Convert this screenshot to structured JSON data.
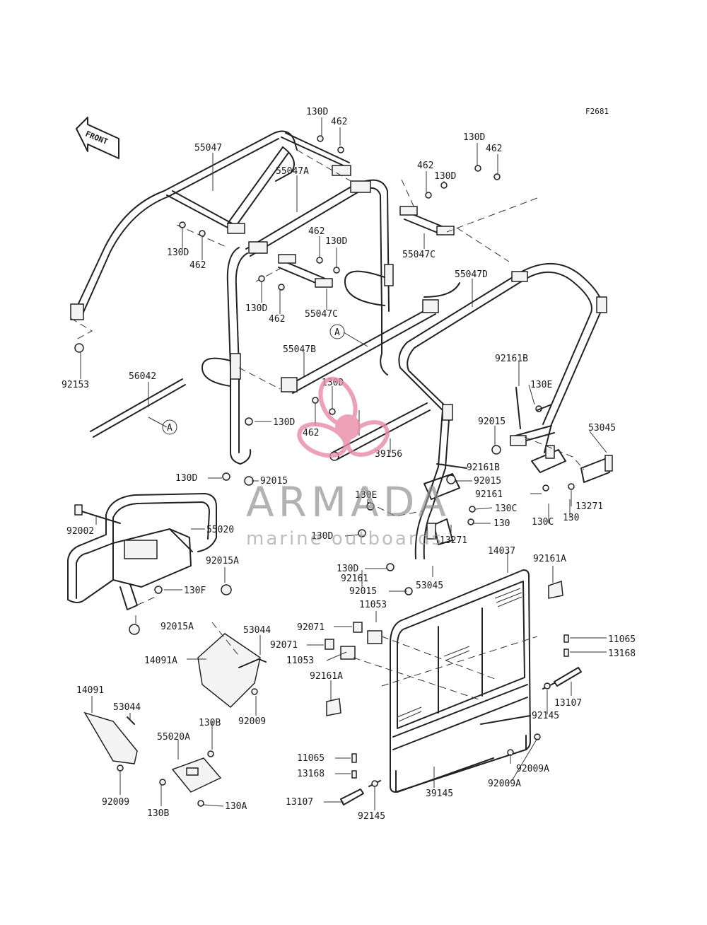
{
  "figure_code": "F2681",
  "direction_label": "FRONT",
  "watermark": {
    "brand": "ARMADA",
    "tagline": "marine outboards",
    "logo_color": "#e88aa8"
  },
  "callouts": [
    {
      "id": "130D-a",
      "text": "130D"
    },
    {
      "id": "462-a",
      "text": "462"
    },
    {
      "id": "55047",
      "text": "55047"
    },
    {
      "id": "130D-b",
      "text": "130D"
    },
    {
      "id": "462-b",
      "text": "462"
    },
    {
      "id": "462-c",
      "text": "462"
    },
    {
      "id": "130D-c",
      "text": "130D"
    },
    {
      "id": "55047A",
      "text": "55047A"
    },
    {
      "id": "130D-d",
      "text": "130D"
    },
    {
      "id": "462-d",
      "text": "462"
    },
    {
      "id": "462-e",
      "text": "462"
    },
    {
      "id": "130D-e",
      "text": "130D"
    },
    {
      "id": "55047C-a",
      "text": "55047C"
    },
    {
      "id": "130D-f",
      "text": "130D"
    },
    {
      "id": "462-f",
      "text": "462"
    },
    {
      "id": "55047C-b",
      "text": "55047C"
    },
    {
      "id": "55047D",
      "text": "55047D"
    },
    {
      "id": "A-a",
      "text": "A"
    },
    {
      "id": "92153",
      "text": "92153"
    },
    {
      "id": "55047B",
      "text": "55047B"
    },
    {
      "id": "56042",
      "text": "56042"
    },
    {
      "id": "A-b",
      "text": "A"
    },
    {
      "id": "130D-g",
      "text": "130D"
    },
    {
      "id": "130D-h",
      "text": "130D"
    },
    {
      "id": "462-g",
      "text": "462"
    },
    {
      "id": "92161B",
      "text": "92161B"
    },
    {
      "id": "130E-a",
      "text": "130E"
    },
    {
      "id": "92015-a",
      "text": "92015"
    },
    {
      "id": "53045-a",
      "text": "53045"
    },
    {
      "id": "39156",
      "text": "39156"
    },
    {
      "id": "92161B-b",
      "text": "92161B"
    },
    {
      "id": "130D-i",
      "text": "130D"
    },
    {
      "id": "92015-b",
      "text": "92015"
    },
    {
      "id": "92015-c",
      "text": "92015"
    },
    {
      "id": "92161-a",
      "text": "92161"
    },
    {
      "id": "130E-b",
      "text": "130E"
    },
    {
      "id": "13271-a",
      "text": "13271"
    },
    {
      "id": "130C-a",
      "text": "130C"
    },
    {
      "id": "130C-b",
      "text": "130C"
    },
    {
      "id": "130-a",
      "text": "130"
    },
    {
      "id": "130-b",
      "text": "130"
    },
    {
      "id": "92002",
      "text": "92002"
    },
    {
      "id": "55020",
      "text": "55020"
    },
    {
      "id": "130D-j",
      "text": "130D"
    },
    {
      "id": "13271-b",
      "text": "13271"
    },
    {
      "id": "14037",
      "text": "14037"
    },
    {
      "id": "92161A-a",
      "text": "92161A"
    },
    {
      "id": "92015A-a",
      "text": "92015A"
    },
    {
      "id": "130D-k",
      "text": "130D"
    },
    {
      "id": "92161-b",
      "text": "92161"
    },
    {
      "id": "53045-b",
      "text": "53045"
    },
    {
      "id": "130F",
      "text": "130F"
    },
    {
      "id": "92015-d",
      "text": "92015"
    },
    {
      "id": "11053-a",
      "text": "11053"
    },
    {
      "id": "92015A-b",
      "text": "92015A"
    },
    {
      "id": "53044-a",
      "text": "53044"
    },
    {
      "id": "92071-a",
      "text": "92071"
    },
    {
      "id": "92071-b",
      "text": "92071"
    },
    {
      "id": "11065-a",
      "text": "11065"
    },
    {
      "id": "13168-a",
      "text": "13168"
    },
    {
      "id": "14091A",
      "text": "14091A"
    },
    {
      "id": "11053-b",
      "text": "11053"
    },
    {
      "id": "92161A-b",
      "text": "92161A"
    },
    {
      "id": "14091",
      "text": "14091"
    },
    {
      "id": "13107-a",
      "text": "13107"
    },
    {
      "id": "53044-b",
      "text": "53044"
    },
    {
      "id": "92009-a",
      "text": "92009"
    },
    {
      "id": "92145-a",
      "text": "92145"
    },
    {
      "id": "130B-a",
      "text": "130B"
    },
    {
      "id": "55020A",
      "text": "55020A"
    },
    {
      "id": "11065-b",
      "text": "11065"
    },
    {
      "id": "92009A-a",
      "text": "92009A"
    },
    {
      "id": "13168-b",
      "text": "13168"
    },
    {
      "id": "92009A-b",
      "text": "92009A"
    },
    {
      "id": "92009-b",
      "text": "92009"
    },
    {
      "id": "39145",
      "text": "39145"
    },
    {
      "id": "13107-b",
      "text": "13107"
    },
    {
      "id": "130A",
      "text": "130A"
    },
    {
      "id": "130B-b",
      "text": "130B"
    },
    {
      "id": "92145-b",
      "text": "92145"
    }
  ]
}
